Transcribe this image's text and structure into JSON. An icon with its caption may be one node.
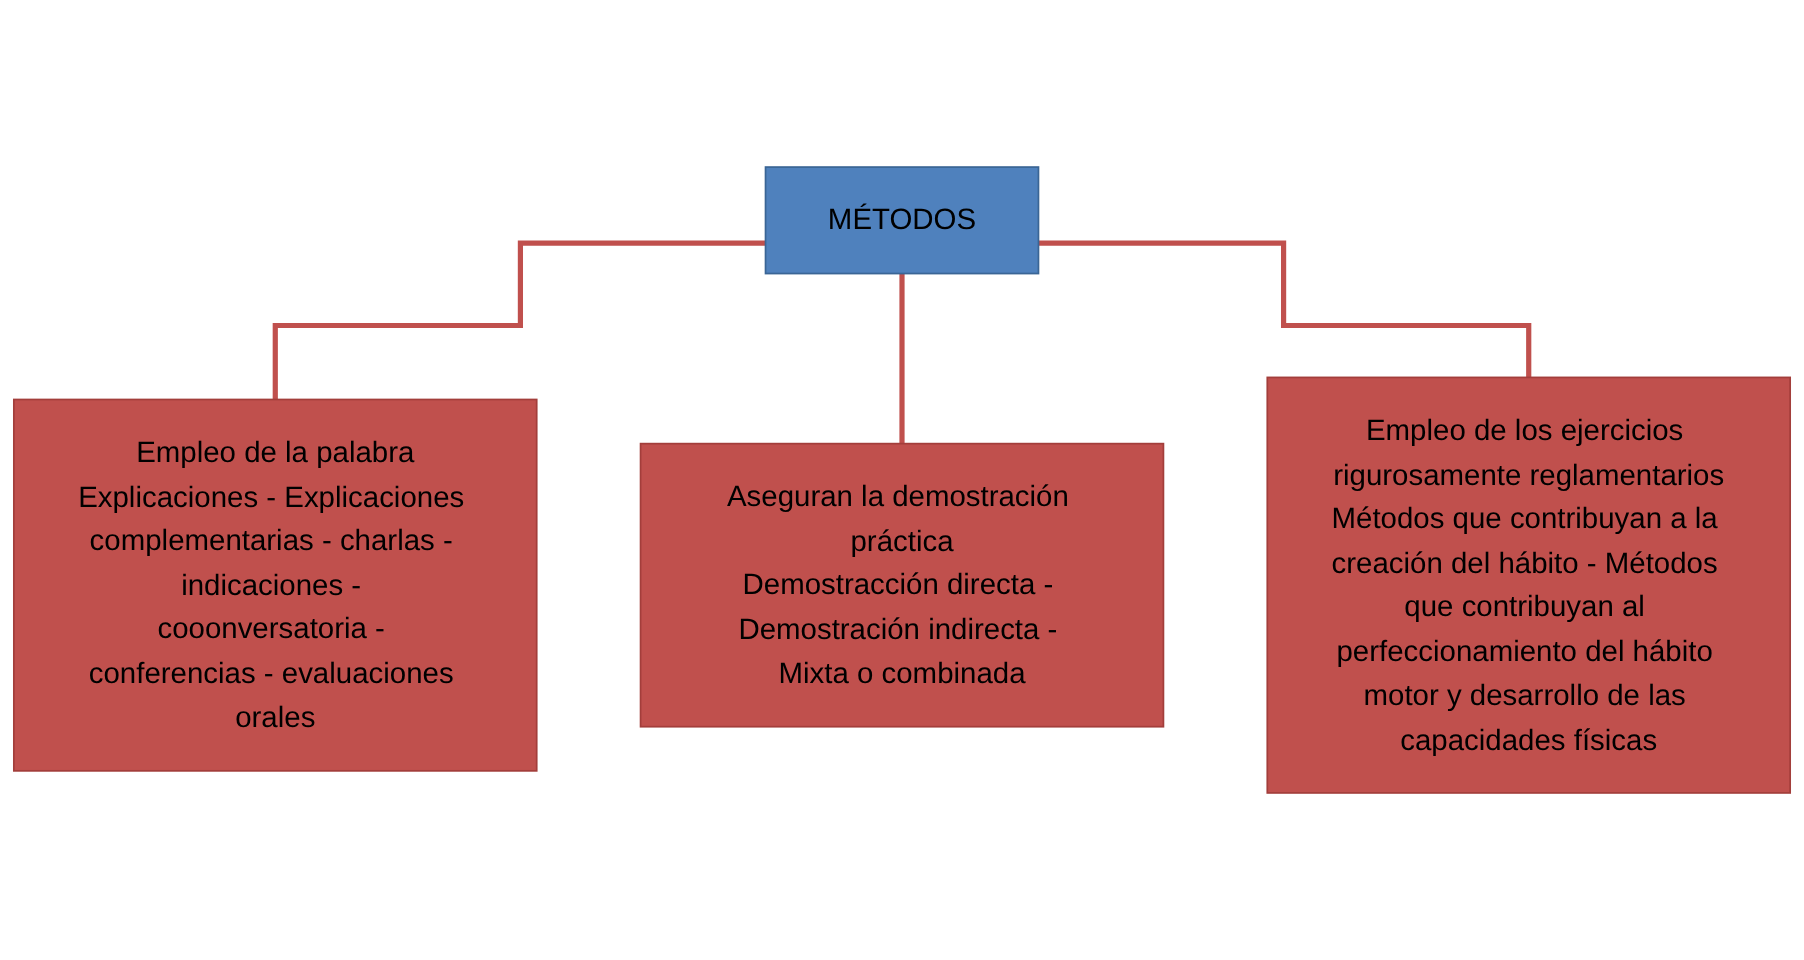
{
  "diagram": {
    "nodes": [
      {
        "text": [
          "MÉTODOS"
        ]
      },
      {
        "text": [
          "Empleo de la palabra",
          "Explicaciones - Explicaciones complementarias - charlas - indicaciones - cooonversatoria - conferencias - evaluaciones orales"
        ]
      },
      {
        "text": [
          "Aseguran la demostración práctica",
          "Demostracción directa - Demostración indirecta - Mixta o combinada"
        ]
      },
      {
        "text": [
          "Empleo de los ejercicios rigurosamente reglamentarios",
          "Métodos que contribuyan a la creación del hábito - Métodos que contribuyan al perfeccionamiento del hábito motor y desarrollo de las capacidades físicas"
        ]
      }
    ],
    "edges": [
      {
        "from": 0,
        "to": 1,
        "arrow": "none"
      },
      {
        "from": 0,
        "to": 2,
        "arrow": "none"
      },
      {
        "from": 0,
        "to": 3,
        "arrow": "none"
      }
    ]
  }
}
